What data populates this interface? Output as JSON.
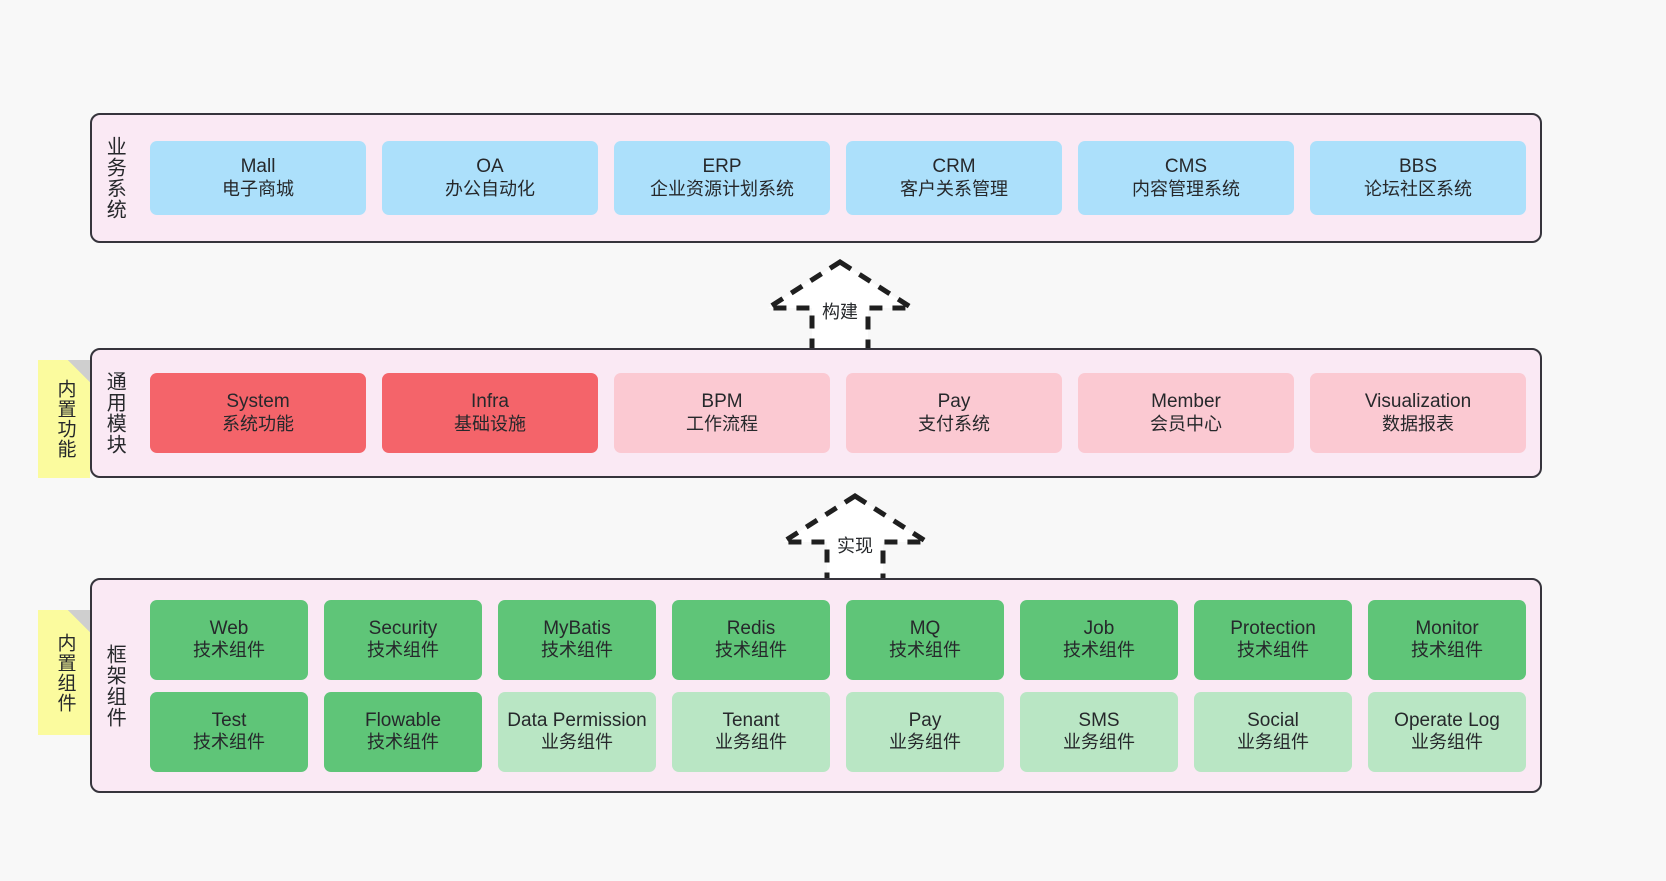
{
  "diagram": {
    "title": "",
    "colors": {
      "layer_bg": "#fae9f4",
      "layer_border": "#36343c",
      "blue": "#ace0fb",
      "red": "#f4646a",
      "pink": "#fbc9d2",
      "green": "#5fc578",
      "green_light": "#b9e6c4",
      "sticky": "#fbfb9e",
      "canvas": "#f8f8f8"
    }
  },
  "layers": [
    {
      "id": "business",
      "label": "业务系统",
      "rows": [
        [
          {
            "en": "Mall",
            "cn": "电子商城",
            "color": "c-blue"
          },
          {
            "en": "OA",
            "cn": "办公自动化",
            "color": "c-blue"
          },
          {
            "en": "ERP",
            "cn": "企业资源计划系统",
            "color": "c-blue"
          },
          {
            "en": "CRM",
            "cn": "客户关系管理",
            "color": "c-blue"
          },
          {
            "en": "CMS",
            "cn": "内容管理系统",
            "color": "c-blue"
          },
          {
            "en": "BBS",
            "cn": "论坛社区系统",
            "color": "c-blue"
          }
        ]
      ]
    },
    {
      "id": "modules",
      "label": "通用模块",
      "rows": [
        [
          {
            "en": "System",
            "cn": "系统功能",
            "color": "c-red"
          },
          {
            "en": "Infra",
            "cn": "基础设施",
            "color": "c-red"
          },
          {
            "en": "BPM",
            "cn": "工作流程",
            "color": "c-pink"
          },
          {
            "en": "Pay",
            "cn": "支付系统",
            "color": "c-pink"
          },
          {
            "en": "Member",
            "cn": "会员中心",
            "color": "c-pink"
          },
          {
            "en": "Visualization",
            "cn": "数据报表",
            "color": "c-pink"
          }
        ]
      ]
    },
    {
      "id": "framework",
      "label": "框架组件",
      "rows": [
        [
          {
            "en": "Web",
            "cn": "技术组件",
            "color": "c-green"
          },
          {
            "en": "Security",
            "cn": "技术组件",
            "color": "c-green"
          },
          {
            "en": "MyBatis",
            "cn": "技术组件",
            "color": "c-green"
          },
          {
            "en": "Redis",
            "cn": "技术组件",
            "color": "c-green"
          },
          {
            "en": "MQ",
            "cn": "技术组件",
            "color": "c-green"
          },
          {
            "en": "Job",
            "cn": "技术组件",
            "color": "c-green"
          },
          {
            "en": "Protection",
            "cn": "技术组件",
            "color": "c-green"
          },
          {
            "en": "Monitor",
            "cn": "技术组件",
            "color": "c-green"
          }
        ],
        [
          {
            "en": "Test",
            "cn": "技术组件",
            "color": "c-green"
          },
          {
            "en": "Flowable",
            "cn": "技术组件",
            "color": "c-green"
          },
          {
            "en": "Data Permission",
            "cn": "业务组件",
            "color": "c-greenlight"
          },
          {
            "en": "Tenant",
            "cn": "业务组件",
            "color": "c-greenlight"
          },
          {
            "en": "Pay",
            "cn": "业务组件",
            "color": "c-greenlight"
          },
          {
            "en": "SMS",
            "cn": "业务组件",
            "color": "c-greenlight"
          },
          {
            "en": "Social",
            "cn": "业务组件",
            "color": "c-greenlight"
          },
          {
            "en": "Operate Log",
            "cn": "业务组件",
            "color": "c-greenlight"
          }
        ]
      ]
    }
  ],
  "sticky_notes": [
    {
      "id": "modules",
      "label": "内置功能"
    },
    {
      "id": "framework",
      "label": "内置组件"
    }
  ],
  "arrows": [
    {
      "id": "build",
      "label": "构建",
      "direction": "up",
      "style": "dashed-hollow"
    },
    {
      "id": "implement",
      "label": "实现",
      "direction": "up",
      "style": "dashed-hollow"
    }
  ]
}
